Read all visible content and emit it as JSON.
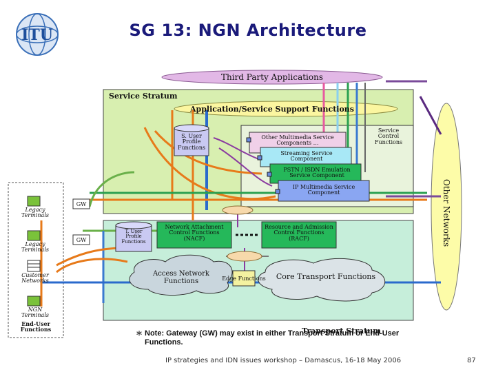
{
  "slide": {
    "title": "SG 13: NGN Architecture",
    "logo_text": "ITU",
    "footer": "IP strategies and IDN issues workshop – Damascus, 16-18 May 2006",
    "page_number": "87"
  },
  "diagram": {
    "third_party": "Third Party Applications",
    "service_stratum": "Service Stratum",
    "app_support": "Application/Service Support Functions",
    "s_user_profile": "S. User Profile Functions",
    "service_control": "Service Control Functions",
    "other_multimedia": "Other Multimedia Service Components …",
    "streaming": "Streaming Service Component",
    "pstn": "PSTN / ISDN Emulation Service Component",
    "ip_multimedia": "IP Multimedia Service Component",
    "other_networks": "Other Networks",
    "gw1": "GW",
    "gw2": "GW",
    "legacy1": "Legacy Terminals",
    "legacy2": "Legacy Terminals",
    "customer_networks": "Customer Networks",
    "ngn_terminals": "NGN Terminals",
    "end_user_functions": "End-User Functions",
    "t_user_profile": "T. User Profile Functions",
    "nacf": "Network Attachment Control Functions (NACF)",
    "racf": "Resource and Admission Control Functions (RACF)",
    "access_network": "Access Network Functions",
    "core_transport": "Core Transport Functions",
    "edge": "Edge Functions",
    "transport_stratum": "Transport Stratum",
    "note_star": "*",
    "note": "Note: Gateway (GW) may exist in either Transport Stratum or End-User Functions."
  }
}
